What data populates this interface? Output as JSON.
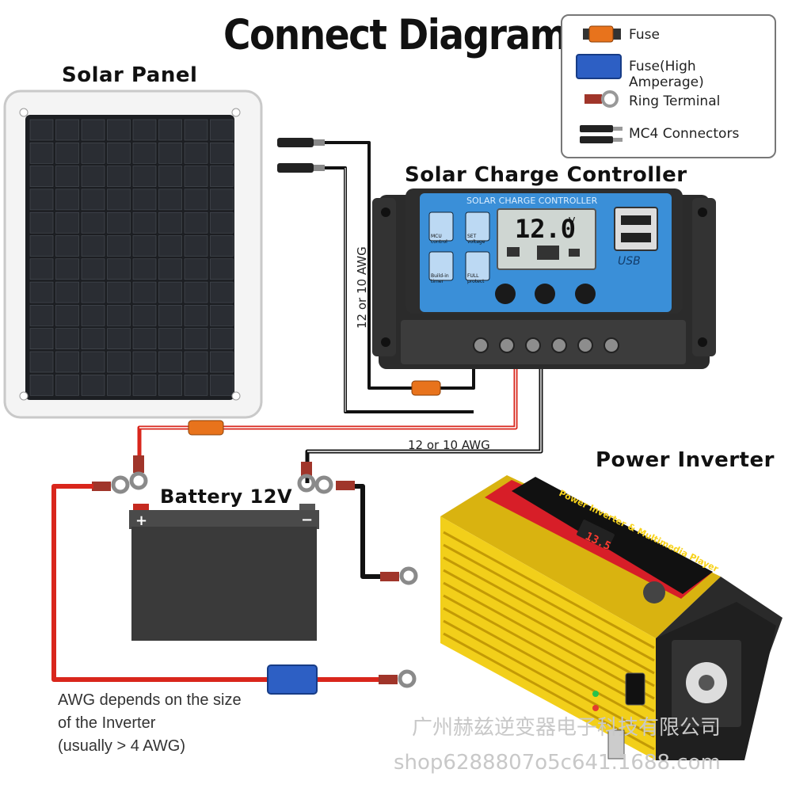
{
  "title": "Connect Diagram",
  "labels": {
    "solar_panel": "Solar Panel",
    "controller": "Solar Charge Controller",
    "battery": "Battery 12V",
    "inverter": "Power Inverter"
  },
  "legend": {
    "items": [
      {
        "label": "Fuse",
        "icon": "fuse-icon",
        "color": "#e8731c"
      },
      {
        "label": "Fuse(High Amperage)",
        "icon": "high-amp-fuse-icon",
        "color": "#2d5fc4"
      },
      {
        "label": "Ring Terminal",
        "icon": "ring-terminal-icon",
        "color": "#a0352a"
      },
      {
        "label": "MC4 Connectors",
        "icon": "mc4-connector-icon",
        "color": "#222222"
      }
    ]
  },
  "wires": {
    "panel_to_controller": "12 or 10 AWG",
    "controller_to_battery": "12 or 10 AWG"
  },
  "controller": {
    "header": "SOLAR CHARGE CONTROLLER",
    "display": "12.0",
    "unit": "V",
    "usb": "USB",
    "buttons": [
      {
        "top": "MCU",
        "bottom": "control"
      },
      {
        "top": "SET",
        "bottom": "voltage"
      },
      {
        "top": "Build-in",
        "bottom": "timer"
      },
      {
        "top": "FULL",
        "bottom": "protect"
      }
    ]
  },
  "battery": {
    "positive": "+",
    "negative": "−"
  },
  "inverter": {
    "faceplate": "Power Inverter & Multimedia Player",
    "display": "13.5"
  },
  "note": {
    "line1": "AWG depends on the size",
    "line2": "of the Inverter",
    "line3": "(usually  > 4 AWG)"
  },
  "watermark": {
    "line1": "广州赫兹逆变器电子科技有限公司",
    "line2": "shop6288807o5c641.1688.com"
  },
  "colors": {
    "positive_wire": "#d9261c",
    "negative_wire": "#111111",
    "fuse": "#e8731c",
    "high_amp_fuse": "#2d5fc4",
    "controller_blue": "#3a8fd8",
    "inverter_yellow": "#f2cf1a"
  }
}
